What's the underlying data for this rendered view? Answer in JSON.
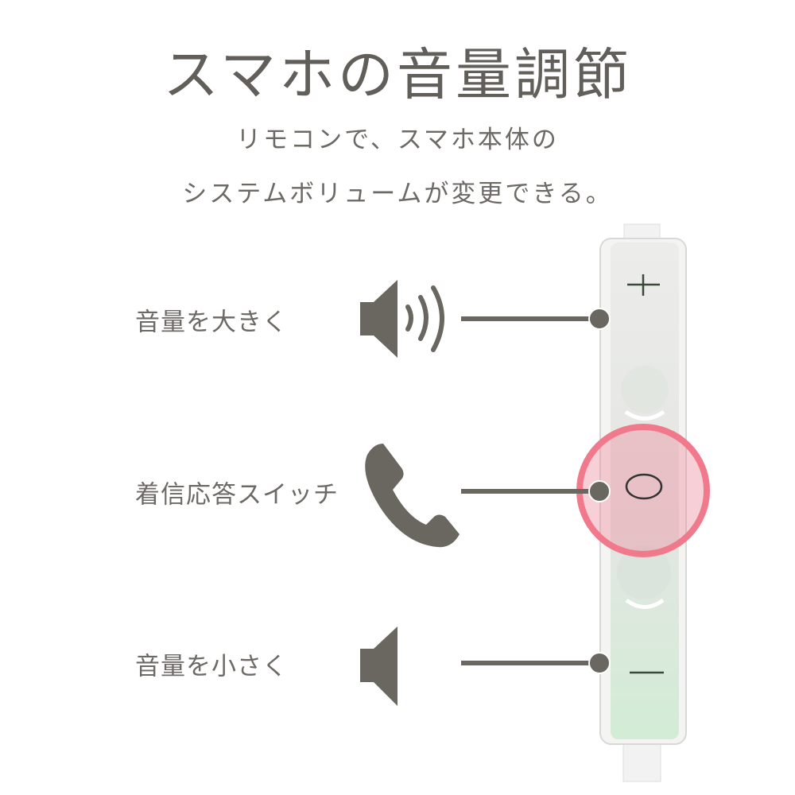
{
  "title": "スマホの音量調節",
  "subtitle": [
    "リモコンで、スマホ本体の",
    "システムボリュームが変更できる。"
  ],
  "controls": [
    {
      "label": "音量を大きく",
      "icon": "speaker-loud-icon",
      "button_symbol": "+"
    },
    {
      "label": "着信応答スイッチ",
      "icon": "phone-icon",
      "button_symbol": "○"
    },
    {
      "label": "音量を小さく",
      "icon": "speaker-quiet-icon",
      "button_symbol": "−"
    }
  ],
  "colors": {
    "text": "#6a6661",
    "highlight": "#f07a8c"
  }
}
